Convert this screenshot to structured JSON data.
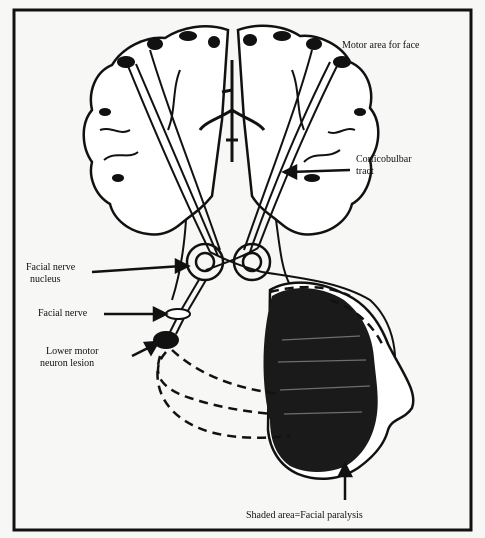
{
  "labels": {
    "motor_area": "Motor area for face",
    "corticobulbar_line1": "Corticobulbar",
    "corticobulbar_line2": "tract",
    "facial_nucleus_line1": "Facial nerve",
    "facial_nucleus_line2": "nucleus",
    "facial_nerve": "Facial nerve",
    "lmn_line1": "Lower motor",
    "lmn_line2": "neuron lesion",
    "shaded_area": "Shaded area=Facial paralysis"
  },
  "colors": {
    "ink": "#111111",
    "paper": "#f7f7f5",
    "shade": "#1a1a1a"
  }
}
